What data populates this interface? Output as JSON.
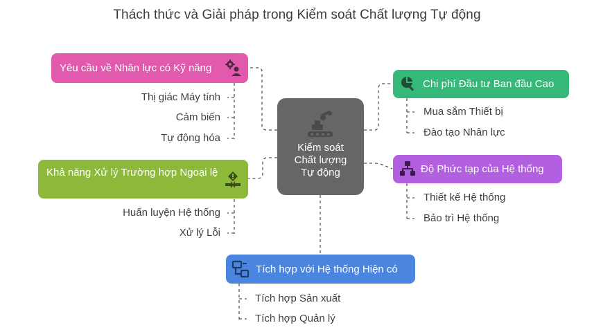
{
  "title": "Thách thức và Giải pháp trong Kiểm soát Chất lượng Tự động",
  "hub": {
    "label": "Kiểm soát\nChất lượng\nTự động",
    "icon": "robot-arm-icon",
    "color": "#666666"
  },
  "nodes": {
    "skills": {
      "label": "Yêu cầu về Nhân lực có Kỹ năng",
      "icon": "gears-person-icon",
      "color": "#E25AAE",
      "items": [
        "Thị giác Máy tính",
        "Cảm biến",
        "Tự động hóa"
      ]
    },
    "cost": {
      "label": "Chi phí Đầu tư Ban đầu Cao",
      "icon": "chart-search-icon",
      "color": "#35B87A",
      "items": [
        "Mua sắm Thiết bị",
        "Đào tạo Nhân lực"
      ]
    },
    "exceptions": {
      "label": "Khả năng Xử lý Trường hợp Ngoại lệ",
      "icon": "exception-arrows-icon",
      "color": "#8DB93A",
      "items": [
        "Huấn luyện Hệ thống",
        "Xử lý Lỗi"
      ]
    },
    "complexity": {
      "label": "Độ Phức tạp của Hệ thống",
      "icon": "hierarchy-icon",
      "color": "#B25FE0",
      "items": [
        "Thiết kế Hệ thống",
        "Bảo trì Hệ thống"
      ]
    },
    "integration": {
      "label": "Tích hợp với Hệ thống Hiện có",
      "icon": "network-devices-icon",
      "color": "#4A86E0",
      "items": [
        "Tích hợp Sản xuất",
        "Tích hợp Quản lý"
      ]
    }
  }
}
